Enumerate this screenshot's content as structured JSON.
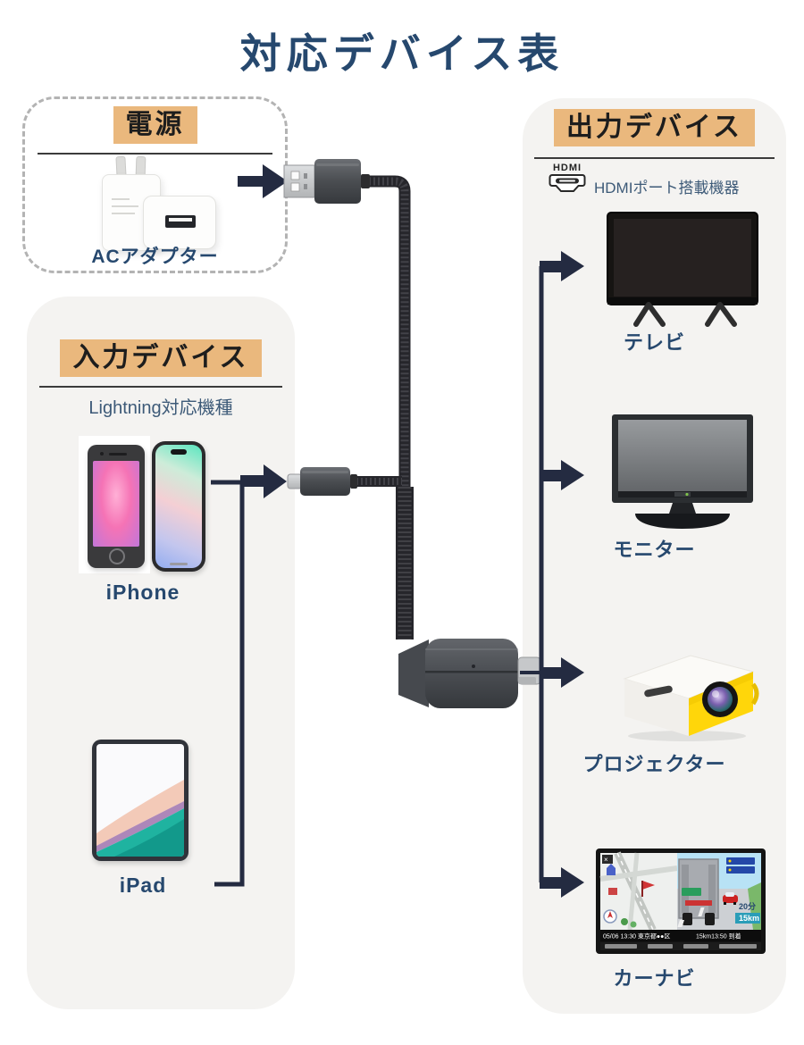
{
  "title": "対応デバイス表",
  "power": {
    "heading": "電源",
    "label": "ACアダプター"
  },
  "input": {
    "heading": "入力デバイス",
    "note": "Lightning対応機種",
    "iphone_label": "iPhone",
    "ipad_label": "iPad"
  },
  "output": {
    "heading": "出力デバイス",
    "hdmi_icon_text": "HDMI",
    "note": "HDMIポート搭載機器",
    "tv_label": "テレビ",
    "monitor_label": "モニター",
    "projector_label": "プロジェクター",
    "carnav_label": "カーナビ"
  },
  "carnav_screen": {
    "status_left": "05/06 13:30 東京都●●区",
    "status_right": "15km13:50 到着",
    "eta": "20分",
    "distance": "15km"
  },
  "colors": {
    "highlight": "#eab87d",
    "navy_text": "#26486e",
    "wire_navy": "#242b41",
    "box_gray": "#f4f3f1",
    "projector_yellow": "#ffd60a"
  }
}
